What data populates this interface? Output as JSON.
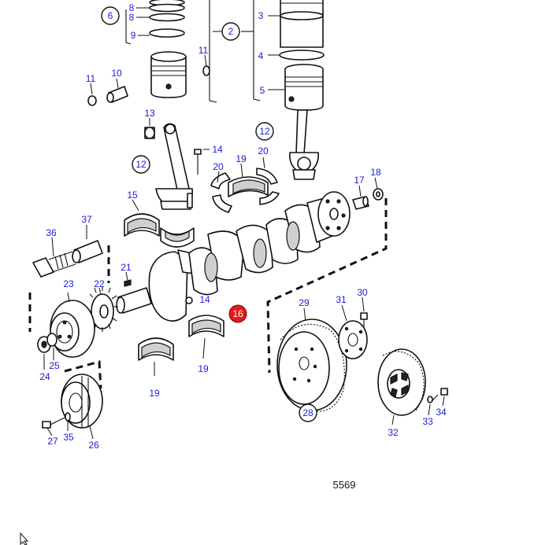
{
  "callouts": {
    "c2": "2",
    "c3": "3",
    "c4": "4",
    "c5": "5",
    "c6": "6",
    "c8a": "8",
    "c8b": "8",
    "c9": "9",
    "c10": "10",
    "c11a": "11",
    "c11b": "11",
    "c12a": "12",
    "c12b": "12",
    "c13": "13",
    "c14a": "14",
    "c14b": "14",
    "c15": "15",
    "c16": "16",
    "c17": "17",
    "c18": "18",
    "c19a": "19",
    "c19b": "19",
    "c19c": "19",
    "c20a": "20",
    "c20b": "20",
    "c21": "21",
    "c22": "22",
    "c23": "23",
    "c24": "24",
    "c25": "25",
    "c26": "26",
    "c27": "27",
    "c28": "28",
    "c29": "29",
    "c30": "30",
    "c31": "31",
    "c32": "32",
    "c33": "33",
    "c34": "34",
    "c35": "35",
    "c36": "36",
    "c37": "37"
  },
  "drawing_number": "5569",
  "colors": {
    "callout_text": "#1a1ad8",
    "highlight": "#e01b1b",
    "line": "#111111"
  },
  "cursor_icon": "mouse-pointer-icon"
}
